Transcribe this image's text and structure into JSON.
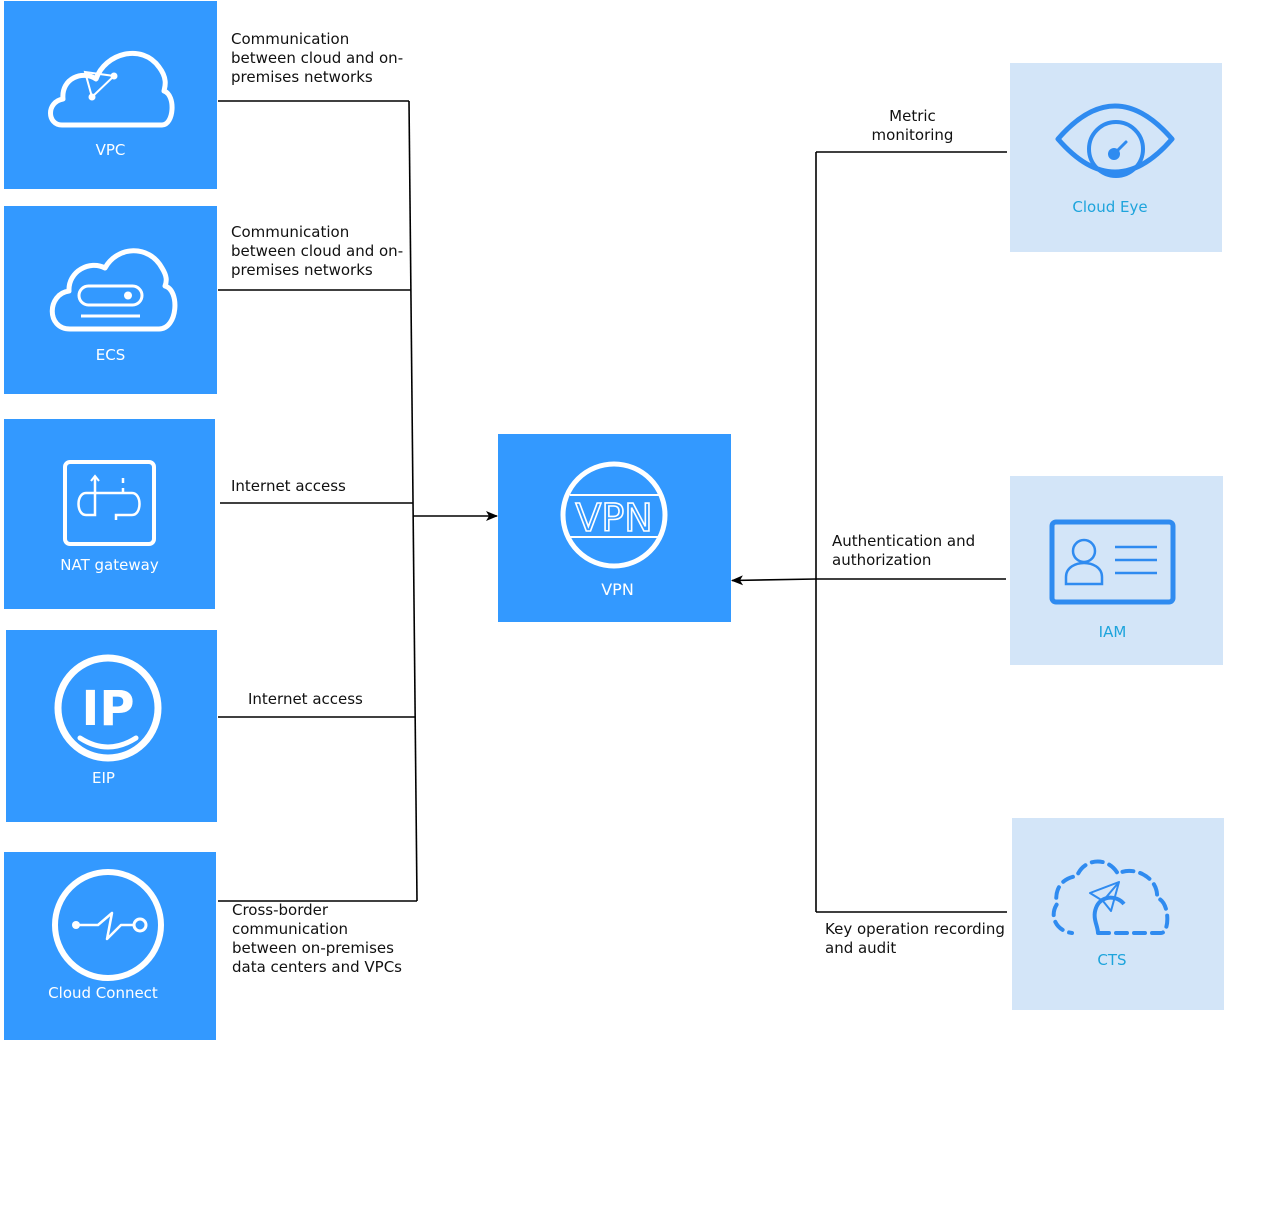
{
  "services": {
    "vpc": "VPC",
    "ecs": "ECS",
    "nat": "NAT gateway",
    "eip": "EIP",
    "cc": "Cloud Connect",
    "vpn": "VPN",
    "vpn_icon_text": "VPN",
    "eip_icon_text": "IP",
    "cloud_eye": "Cloud Eye",
    "iam": "IAM",
    "cts": "CTS"
  },
  "relations": {
    "vpc": [
      "Communication",
      "between cloud and on-",
      "premises networks"
    ],
    "ecs": [
      "Communication",
      "between cloud and on-",
      "premises networks"
    ],
    "nat": [
      "Internet access"
    ],
    "eip": [
      "Internet access"
    ],
    "cc": [
      "Cross-border",
      "communication",
      "between on-premises",
      "data centers and VPCs"
    ],
    "cloud_eye": [
      "Metric",
      "monitoring"
    ],
    "iam": [
      "Authentication and",
      "authorization"
    ],
    "cts": [
      "Key operation recording",
      "and audit"
    ]
  },
  "colors": {
    "service_blue": "#3399ff",
    "monitor_panel": "#d3e5f8",
    "monitor_icon": "#2f8bf0",
    "monitor_label": "#1ea4dc",
    "line": "#000000"
  }
}
